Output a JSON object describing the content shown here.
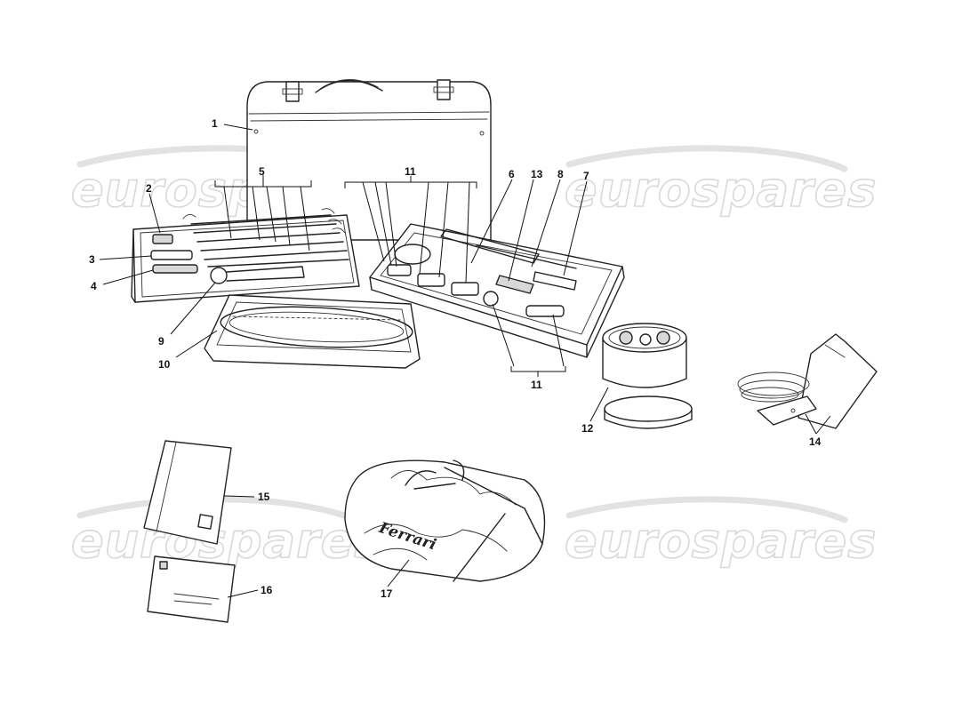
{
  "watermark": {
    "text": "eurospares"
  },
  "bag_brand": "Ferrari",
  "callouts": {
    "c1": "1",
    "c2": "2",
    "c3": "3",
    "c4": "4",
    "c5": "5",
    "c6": "6",
    "c7": "7",
    "c8": "8",
    "c9": "9",
    "c10": "10",
    "c11a": "11",
    "c11b": "11",
    "c12": "12",
    "c13": "13",
    "c14": "14",
    "c15": "15",
    "c16": "16",
    "c17": "17"
  },
  "colors": {
    "line": "#222222",
    "watermark": "#d9d9d9"
  }
}
